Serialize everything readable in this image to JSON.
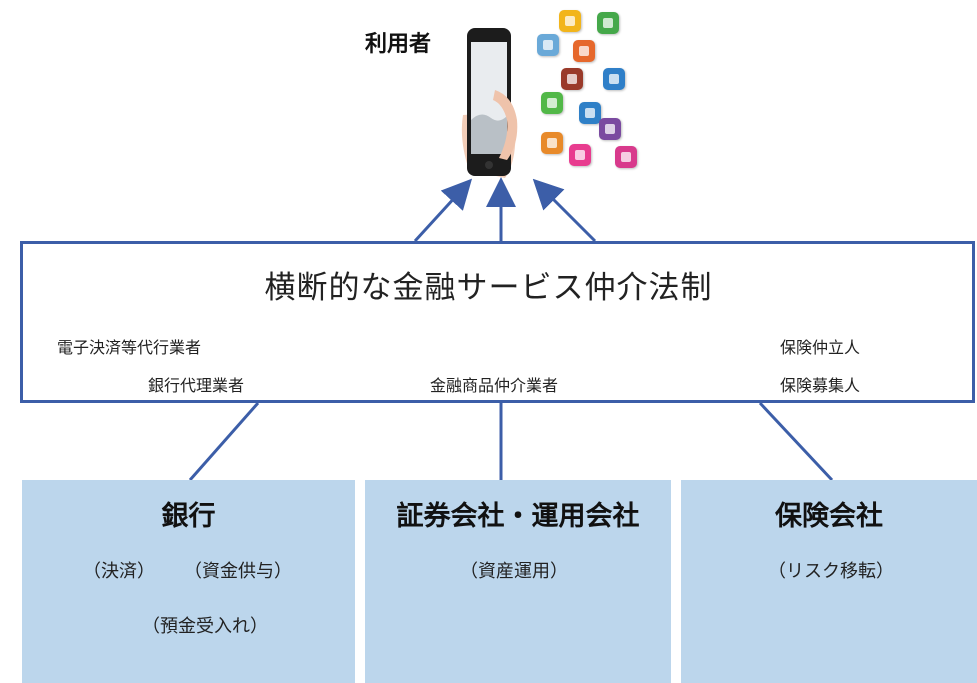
{
  "user": {
    "label": "利用者"
  },
  "law_framework": {
    "title": "横断的な金融サービス仲介法制",
    "roles": {
      "electronic_payment": "電子決済等代行業者",
      "bank_agent": "銀行代理業者",
      "financial_product_intermediary": "金融商品仲介業者",
      "insurance_broker": "保険仲立人",
      "insurance_solicitor": "保険募集人"
    }
  },
  "institutions": [
    {
      "name": "銀行",
      "functions": [
        "（決済）",
        "（資金供与）",
        "（預金受入れ）"
      ]
    },
    {
      "name": "証券会社・運用会社",
      "functions": [
        "（資産運用）"
      ]
    },
    {
      "name": "保険会社",
      "functions": [
        "（リスク移転）"
      ]
    }
  ],
  "colors": {
    "frame_border": "#3c5ea8",
    "arrow": "#3c5ea8",
    "box_fill": "#bcd6ec"
  }
}
